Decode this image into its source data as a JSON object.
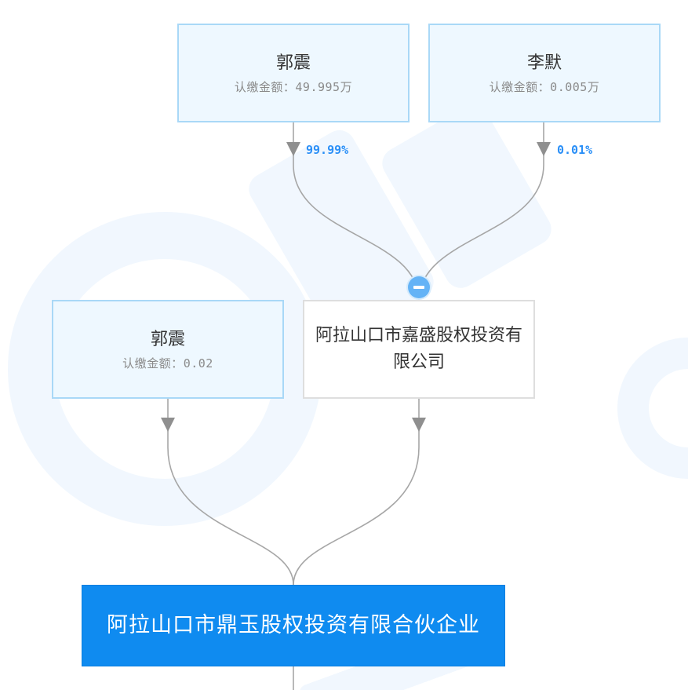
{
  "holders_top": [
    {
      "name": "郭震",
      "amount_label": "认缴金额：",
      "amount": "49.995万",
      "percent": "99.99%"
    },
    {
      "name": "李默",
      "amount_label": "认缴金额：",
      "amount": "0.005万",
      "percent": "0.01%"
    }
  ],
  "holder_mid": {
    "name": "郭震",
    "amount_label": "认缴金额：",
    "amount": "0.02"
  },
  "company_mid": {
    "name": "阿拉山口市嘉盛股权投资有限公司"
  },
  "target": {
    "name": "阿拉山口市鼎玉股权投资有限合伙企业"
  },
  "colors": {
    "accent": "#0f8bf0",
    "holder_bg": "#eef8ff",
    "holder_border": "#a9d8f7",
    "percent": "#2a8ff7"
  },
  "icons": {
    "collapse": "collapse-minus-icon",
    "arrow": "arrow-down-icon"
  }
}
